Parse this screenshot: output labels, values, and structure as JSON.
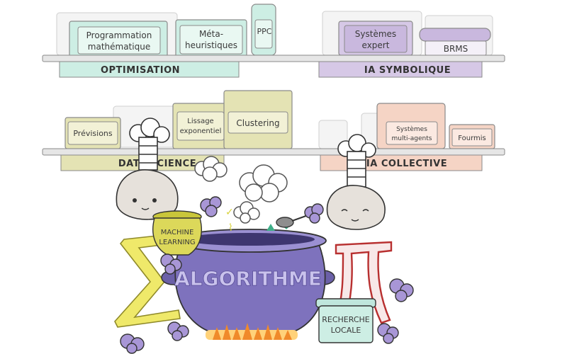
{
  "shelves": {
    "optimisation": "OPTIMISATION",
    "ia_symbolique": "IA SYMBOLIQUE",
    "data_science": "DATA SCIENCE",
    "ia_collective": "IA COLLECTIVE"
  },
  "jars": {
    "prog_math_1": "Programmation",
    "prog_math_2": "mathématique",
    "meta_1": "Méta-",
    "meta_2": "heuristiques",
    "ppc": "PPC",
    "systemes_expert_1": "Systèmes",
    "systemes_expert_2": "expert",
    "brms": "BRMS",
    "previsions": "Prévisions",
    "lissage_1": "Lissage",
    "lissage_2": "exponentiel",
    "clustering": "Clustering",
    "sma_1": "Systèmes",
    "sma_2": "multi-agents",
    "fourmis": "Fourmis"
  },
  "pot": {
    "label": "ALGORITHME"
  },
  "small_pots": {
    "machine_learning_1": "MACHINE",
    "machine_learning_2": "LEARNING",
    "recherche_locale_1": "RECHERCHE",
    "recherche_locale_2": "LOCALE"
  },
  "colors": {
    "mint": "#cdeee4",
    "lavender": "#d6c8e6",
    "olive": "#e4e3b4",
    "peach": "#f5d4c5",
    "pot_purple": "#7e72bd",
    "fire": "#f08a2a"
  }
}
